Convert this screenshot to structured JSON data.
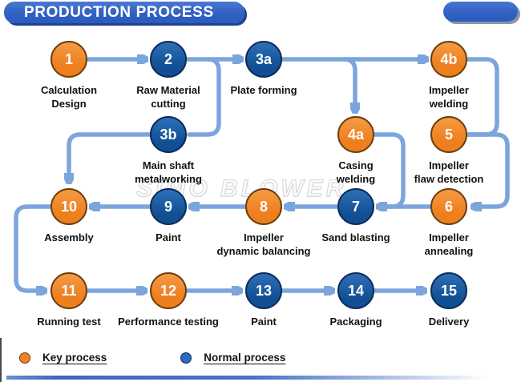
{
  "header": {
    "title": "PRODUCTION PROCESS"
  },
  "watermark": "SIMO BLOWER",
  "colors": {
    "key_process": "#EF8326",
    "normal_process": "#15569B",
    "arrow": "#7BA5DC",
    "title_bar": "#3161C4"
  },
  "nodes": [
    {
      "number": "1",
      "label": "Calculation\nDesign",
      "type": "key"
    },
    {
      "number": "2",
      "label": "Raw Material\ncutting",
      "type": "normal"
    },
    {
      "number": "3a",
      "label": "Plate forming",
      "type": "normal"
    },
    {
      "number": "3b",
      "label": "Main shaft\nmetalworking",
      "type": "normal"
    },
    {
      "number": "4a",
      "label": "Casing\nwelding",
      "type": "key"
    },
    {
      "number": "4b",
      "label": "Impeller\nwelding",
      "type": "key"
    },
    {
      "number": "5",
      "label": "Impeller\nflaw detection",
      "type": "key"
    },
    {
      "number": "6",
      "label": "Impeller\nannealing",
      "type": "key"
    },
    {
      "number": "7",
      "label": "Sand blasting",
      "type": "normal"
    },
    {
      "number": "8",
      "label": "Impeller\ndynamic balancing",
      "type": "key"
    },
    {
      "number": "9",
      "label": "Paint",
      "type": "normal"
    },
    {
      "number": "10",
      "label": "Assembly",
      "type": "key"
    },
    {
      "number": "11",
      "label": "Running test",
      "type": "key"
    },
    {
      "number": "12",
      "label": "Performance testing",
      "type": "key"
    },
    {
      "number": "13",
      "label": "Paint",
      "type": "normal"
    },
    {
      "number": "14",
      "label": "Packaging",
      "type": "normal"
    },
    {
      "number": "15",
      "label": "Delivery",
      "type": "normal"
    }
  ],
  "edges": [
    {
      "from": "1",
      "to": "2"
    },
    {
      "from": "2",
      "to": "3a"
    },
    {
      "from": "2",
      "to": "3b"
    },
    {
      "from": "3a",
      "to": "4a"
    },
    {
      "from": "3a",
      "to": "4b"
    },
    {
      "from": "4b",
      "to": "5"
    },
    {
      "from": "5",
      "to": "6"
    },
    {
      "from": "6",
      "to": "7"
    },
    {
      "from": "4a",
      "to": "7"
    },
    {
      "from": "7",
      "to": "8"
    },
    {
      "from": "8",
      "to": "9"
    },
    {
      "from": "9",
      "to": "10"
    },
    {
      "from": "3b",
      "to": "10"
    },
    {
      "from": "10",
      "to": "11"
    },
    {
      "from": "11",
      "to": "12"
    },
    {
      "from": "12",
      "to": "13"
    },
    {
      "from": "13",
      "to": "14"
    },
    {
      "from": "14",
      "to": "15"
    }
  ],
  "legend": [
    {
      "label": "Key process",
      "type": "key"
    },
    {
      "label": "Normal process",
      "type": "normal"
    }
  ]
}
